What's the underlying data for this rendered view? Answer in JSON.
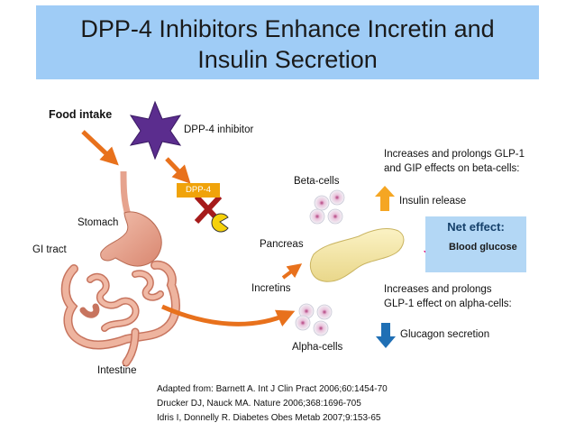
{
  "title": {
    "line1": "DPP-4 Inhibitors Enhance Incretin and",
    "line2": "Insulin Secretion"
  },
  "labels": {
    "food_intake": "Food intake",
    "dpp4_inhibitor": "DPP-4 inhibitor",
    "dpp4": "DPP-4",
    "stomach": "Stomach",
    "gi_tract": "GI tract",
    "intestine": "Intestine",
    "beta_cells": "Beta-cells",
    "pancreas": "Pancreas",
    "incretins": "Incretins",
    "alpha_cells": "Alpha-cells",
    "beta_effect_line1": "Increases and prolongs GLP-1",
    "beta_effect_line2": "and GIP effects on beta-cells:",
    "insulin_release": "Insulin release",
    "alpha_effect_line1": "Increases and prolongs",
    "alpha_effect_line2": "GLP-1 effect on alpha-cells:",
    "glucagon_secretion": "Glucagon secretion"
  },
  "net_effect": {
    "title": "Net effect:",
    "blood_glucose": "Blood glucose"
  },
  "references": [
    "Adapted from: Barnett A. Int J Clin Pract 2006;60:1454-70",
    "Drucker DJ, Nauck MA. Nature 2006;368:1696-705",
    "Idris I, Donnelly R. Diabetes Obes Metab 2007;9:153-65"
  ],
  "colors": {
    "title_bg": "#9fccf6",
    "net_effect_bg": "#b3d7f5",
    "dpp4_tag": "#f0a30a",
    "orange_arrow": "#e8711c",
    "inhibitor_star": "#5b2d8e",
    "red_cross": "#a61b1b",
    "up_arrow": "#f5a623",
    "down_arrow_glucose": "#e0157a",
    "down_arrow_glucagon": "#1f6fb5"
  }
}
